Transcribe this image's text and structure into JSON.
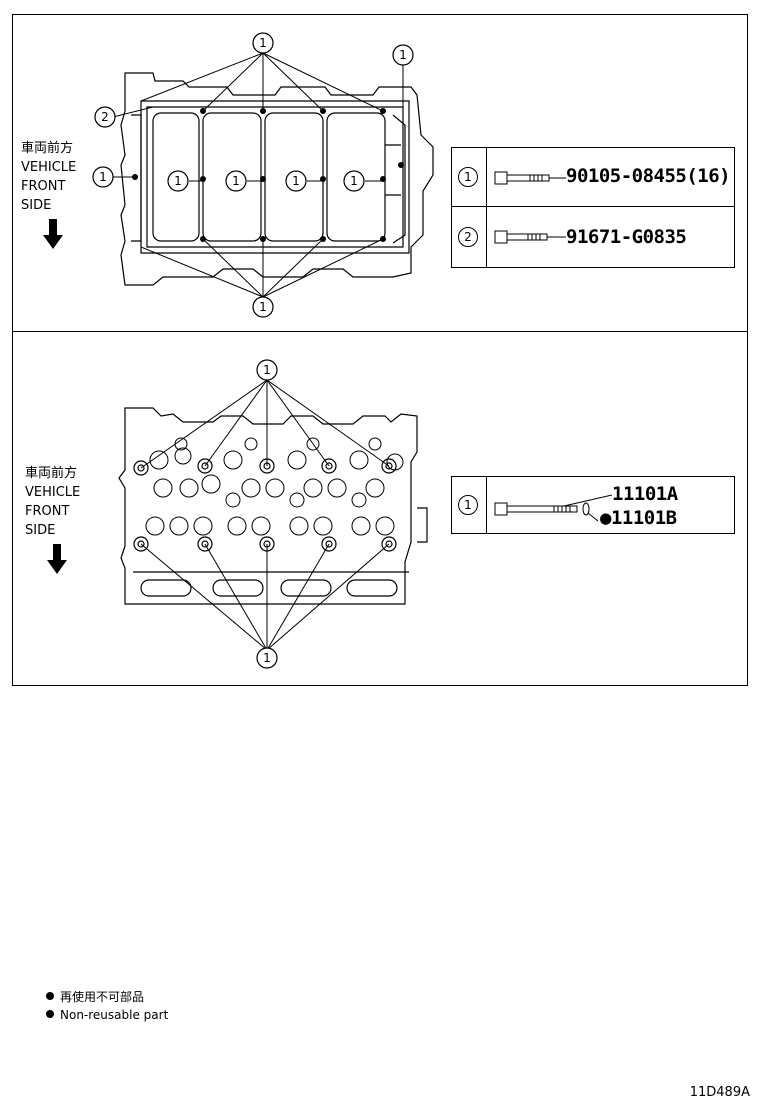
{
  "top_panel": {
    "direction_label": [
      "車両前方",
      "VEHICLE",
      "FRONT",
      "SIDE"
    ],
    "callouts": [
      "1",
      "2"
    ],
    "parts_table": [
      {
        "ref": "1",
        "part_number": "90105-08455(16)"
      },
      {
        "ref": "2",
        "part_number": "91671-G0835"
      }
    ]
  },
  "bottom_panel": {
    "direction_label": [
      "車両前方",
      "VEHICLE",
      "FRONT",
      "SIDE"
    ],
    "callouts": [
      "1"
    ],
    "parts_table": [
      {
        "ref": "1",
        "part_number_a": "11101A",
        "part_number_b": "11101B",
        "b_marker": "●"
      }
    ]
  },
  "legend": {
    "line_jp": "再使用不可部品",
    "line_en": "Non-reusable part"
  },
  "diagram_code": "11D489A"
}
